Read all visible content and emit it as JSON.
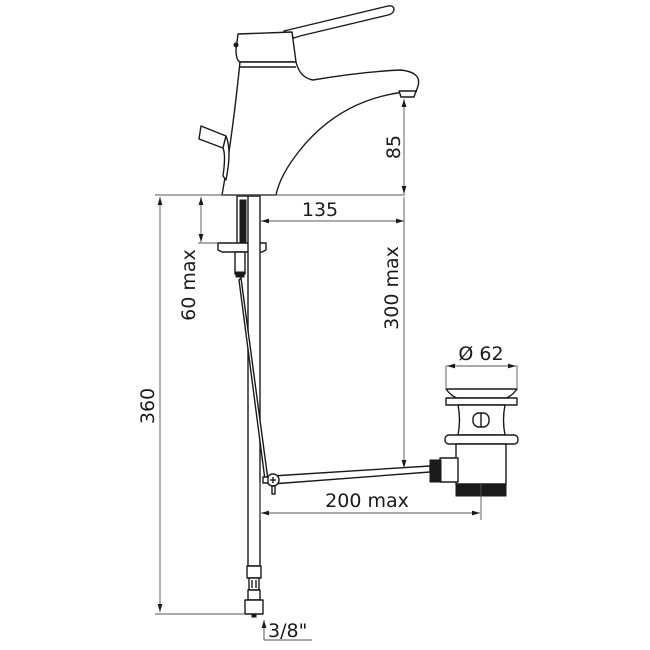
{
  "diagram": {
    "subject": "Single-lever basin mixer with pop-up waste",
    "units": "mm",
    "dimensions": {
      "spout_height": "85",
      "spout_reach": "135",
      "deck_thickness": "60 max",
      "waste_depth": "300 max",
      "total_height": "360",
      "waste_diameter": "Ø 62",
      "waste_horizontal": "200 max",
      "connection": "3/8\""
    },
    "colors": {
      "line": "#1a1a1a",
      "dimension_line": "#555555",
      "background": "#ffffff"
    }
  }
}
